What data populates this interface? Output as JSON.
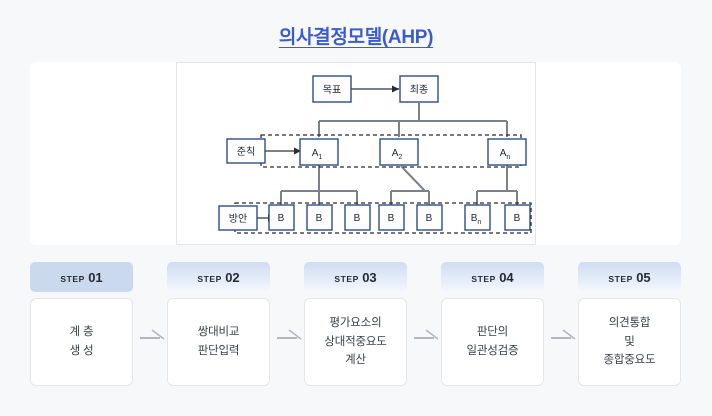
{
  "page": {
    "background_color": "#f7f8fa",
    "title": "의사결정모델(AHP)",
    "title_color": "#3d5ccc"
  },
  "diagram": {
    "name": "ahp-hierarchy-diagram",
    "nodes": {
      "goal": "목표",
      "final": "최종",
      "criteria_label": "준칙",
      "alternatives_label": "방안",
      "criteria": [
        "A",
        "A",
        "A"
      ],
      "criteria_subscripts": [
        "1",
        "2",
        "n"
      ],
      "alternatives": [
        "B",
        "B",
        "B",
        "B",
        "B",
        "B",
        "B"
      ],
      "alternatives_subscripts": [
        "",
        "",
        "",
        "",
        "",
        "n",
        ""
      ]
    },
    "colors": {
      "box_border": "#2e4d85",
      "box_fill": "#ffffff",
      "connector": "#7b8089",
      "dashed_group": "#2b2b2b",
      "text": "#1b2533"
    }
  },
  "steps": [
    {
      "label": "STEP",
      "number": "01",
      "body": "계 층\n생 성",
      "active": true
    },
    {
      "label": "STEP",
      "number": "02",
      "body": "쌍대비교\n판단입력",
      "active": false
    },
    {
      "label": "STEP",
      "number": "03",
      "body": "평가요소의\n상대적중요도\n계산",
      "active": false
    },
    {
      "label": "STEP",
      "number": "04",
      "body": "판단의\n일관성검증",
      "active": false
    },
    {
      "label": "STEP",
      "number": "05",
      "body": "의견통합\n및\n종합중요도",
      "active": false
    }
  ]
}
